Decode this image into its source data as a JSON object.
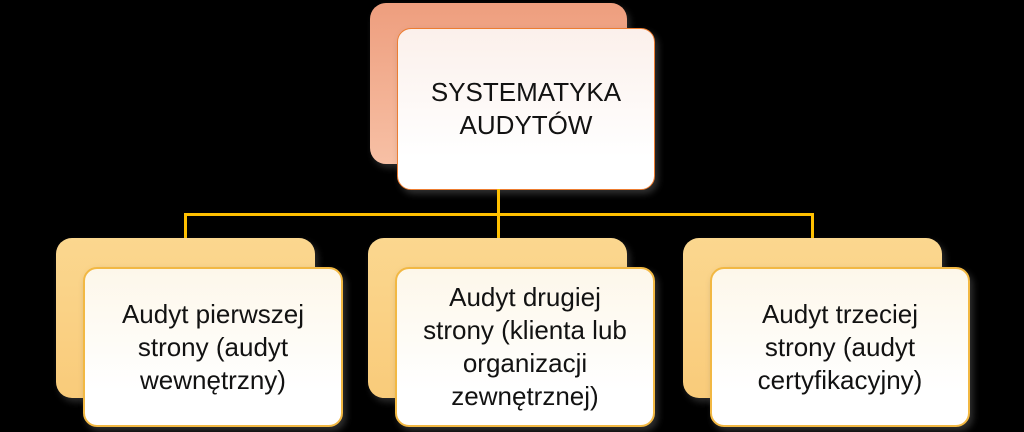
{
  "diagram": {
    "type": "hierarchy",
    "root": {
      "label": "SYSTEMATYKA\nAUDYTÓW"
    },
    "children": [
      {
        "label": "Audyt pierwszej\nstrony (audyt\nwewnętrzny)"
      },
      {
        "label": "Audyt drugiej\nstrony (klienta lub\norganizacji\nzewnętrznej)"
      },
      {
        "label": "Audyt trzeciej\nstrony (audyt\ncertyfikacyjny)"
      }
    ]
  },
  "colors": {
    "background": "#000000",
    "text": "#121212",
    "connector": "#FFC000",
    "root-back-start": "#EE9E7E",
    "root-back-end": "#F7C0A5",
    "root-border": "#ED7D31",
    "root-fill-start": "#FBF0EB",
    "root-fill-end": "#FFFFFF",
    "child-back-start": "#FBD78F",
    "child-back-end": "#F9CB7A",
    "child-border": "#F2B843",
    "child-fill-start": "#FDF7EA",
    "child-fill-end": "#FFFFFF"
  }
}
